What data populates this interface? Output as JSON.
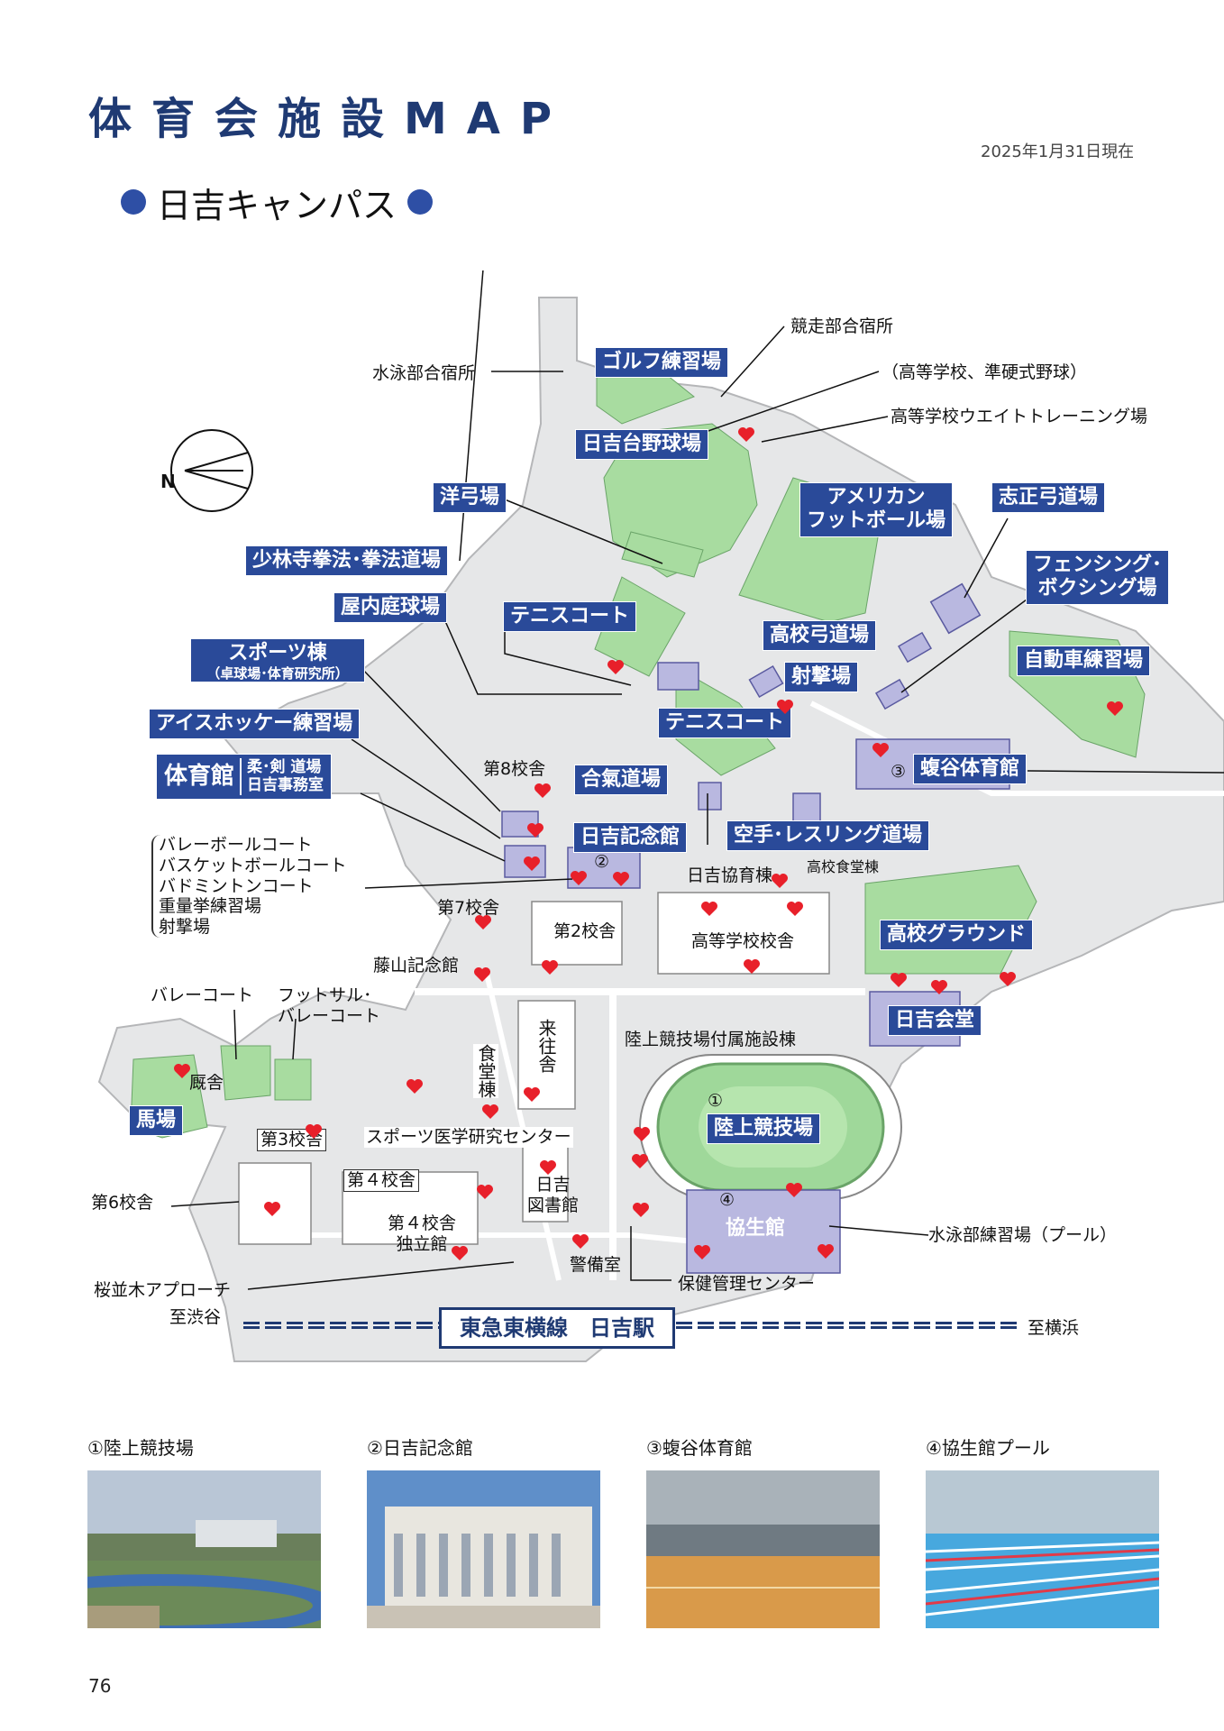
{
  "page": {
    "title": "体育会施設MAP",
    "as_of": "2025年1月31日現在",
    "subtitle": "日吉キャンパス",
    "page_number": "76"
  },
  "map": {
    "compass": "N",
    "facilities": [
      {
        "key": "golf",
        "label": "ゴルフ練習場"
      },
      {
        "key": "baseball",
        "label": "日吉台野球場"
      },
      {
        "key": "archery_western",
        "label": "洋弓場"
      },
      {
        "key": "football",
        "label": "アメリカン\nフットボール場"
      },
      {
        "key": "shisei",
        "label": "志正弓道場"
      },
      {
        "key": "shorinji",
        "label": "少林寺拳法･拳法道場"
      },
      {
        "key": "fencing",
        "label": "フェンシング･\nボクシング場"
      },
      {
        "key": "indoor_tennis",
        "label": "屋内庭球場"
      },
      {
        "key": "tennis1",
        "label": "テニスコート"
      },
      {
        "key": "hs_kyudo",
        "label": "高校弓道場"
      },
      {
        "key": "cycling",
        "label": "自動車練習場"
      },
      {
        "key": "shooting",
        "label": "射撃場"
      },
      {
        "key": "sports_bldg",
        "label": "スポーツ棟"
      },
      {
        "key": "sports_bldg_sub",
        "label": "（卓球場･体育研究所）"
      },
      {
        "key": "tennis2",
        "label": "テニスコート"
      },
      {
        "key": "hockey",
        "label": "アイスホッケー練習場"
      },
      {
        "key": "gym",
        "label": "体育館"
      },
      {
        "key": "gym_sub",
        "label": "柔･剣 道場\n日吉事務室"
      },
      {
        "key": "aikido",
        "label": "合氣道場"
      },
      {
        "key": "shinobu_gym",
        "label": "蝮谷体育館"
      },
      {
        "key": "kinenkan",
        "label": "日吉記念館"
      },
      {
        "key": "karate",
        "label": "空手･レスリング道場"
      },
      {
        "key": "hs_ground",
        "label": "高校グラウンド"
      },
      {
        "key": "kaido",
        "label": "日吉会堂"
      },
      {
        "key": "track",
        "label": "陸上競技場"
      },
      {
        "key": "horse",
        "label": "馬場"
      },
      {
        "key": "kyoseikan",
        "label": "協生館"
      }
    ],
    "labels": [
      {
        "key": "kyoso",
        "text": "競走部合宿所"
      },
      {
        "key": "suiei_gasshuku",
        "text": "水泳部合宿所"
      },
      {
        "key": "hs_baseball",
        "text": "（高等学校、準硬式野球）"
      },
      {
        "key": "hs_weight",
        "text": "高等学校ウエイトトレーニング場"
      },
      {
        "key": "bldg8",
        "text": "第8校舎"
      },
      {
        "key": "kyoiku",
        "text": "日吉協育棟"
      },
      {
        "key": "hs_cafeteria",
        "text": "高校食堂棟"
      },
      {
        "key": "bldg7",
        "text": "第7校舎"
      },
      {
        "key": "bldg2",
        "text": "第2校舎"
      },
      {
        "key": "hs_bldg",
        "text": "高等学校校舎"
      },
      {
        "key": "fujiyama",
        "text": "藤山記念館"
      },
      {
        "key": "volley",
        "text": "バレーコート"
      },
      {
        "key": "futsal",
        "text": "フットサル･\nバレーコート"
      },
      {
        "key": "raiosha",
        "text": "来往舎"
      },
      {
        "key": "shokudo",
        "text": "食堂棟"
      },
      {
        "key": "track_annex",
        "text": "陸上競技場付属施設棟"
      },
      {
        "key": "kyusha",
        "text": "厩舎"
      },
      {
        "key": "bldg3",
        "text": "第3校舎"
      },
      {
        "key": "sports_med",
        "text": "スポーツ医学研究センター"
      },
      {
        "key": "bldg6",
        "text": "第6校舎"
      },
      {
        "key": "bldg4",
        "text": "第４校舎"
      },
      {
        "key": "library",
        "text": "日吉\n図書館"
      },
      {
        "key": "bldg4_ind",
        "text": "第４校舎\n独立館"
      },
      {
        "key": "pool",
        "text": "水泳部練習場（プール）"
      },
      {
        "key": "guard",
        "text": "警備室"
      },
      {
        "key": "health",
        "text": "保健管理センター"
      },
      {
        "key": "sakura",
        "text": "桜並木アプローチ"
      },
      {
        "key": "to_shibuya",
        "text": "至渋谷"
      },
      {
        "key": "to_yokohama",
        "text": "至横浜"
      },
      {
        "key": "station",
        "text": "東急東横線　日吉駅"
      }
    ],
    "gym_facilities_list": [
      "バレーボールコート",
      "バスケットボールコート",
      "バドミントンコート",
      "重量挙練習場",
      "射撃場"
    ],
    "markers": [
      "①",
      "②",
      "③",
      "④"
    ]
  },
  "photos": [
    {
      "caption": "①陸上競技場",
      "icon": "track-photo"
    },
    {
      "caption": "②日吉記念館",
      "icon": "hall-photo"
    },
    {
      "caption": "③蝮谷体育館",
      "icon": "gym-photo"
    },
    {
      "caption": "④協生館プール",
      "icon": "pool-photo"
    }
  ],
  "colors": {
    "accent": "#2a4a99",
    "green": "#a8dca0",
    "building": "#b9b8e0",
    "heart": "#e8202a",
    "road": "#e6e7e8"
  }
}
